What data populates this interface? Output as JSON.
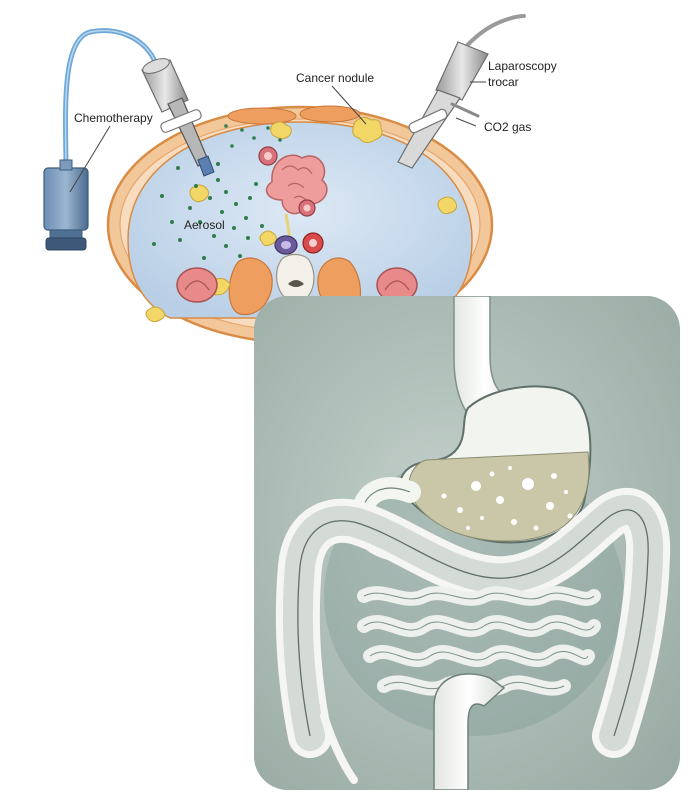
{
  "labels": {
    "chemotherapy": "Chemotherapy",
    "aerosol": "Aerosol",
    "cancer_nodule": "Cancer nodule",
    "laparoscopy_line1": "Laparoscopy",
    "laparoscopy_line2": "trocar",
    "co2_gas": "CO2 gas"
  },
  "colors": {
    "cavity_fill": "#cfdff0",
    "abdominal_wall": "#f2c799",
    "wall_outline": "#d98c45",
    "nodule": "#f2d766",
    "aerosol_dots": "#2f7d4a",
    "syringe": "#5b7fa3",
    "card_background": "#a9b8b2",
    "organ_white": "#f1f3ef",
    "stomach_contents": "#c9c7a8"
  }
}
